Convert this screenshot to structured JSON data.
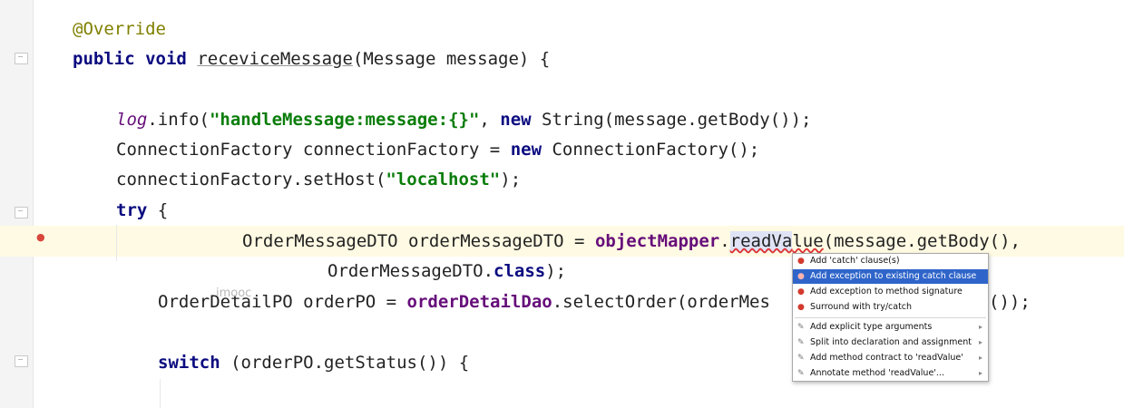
{
  "editor": {
    "lines": {
      "l1": {
        "ann": "@Override"
      },
      "l2": {
        "kw1": "public",
        "kw2": "void",
        "name": "receviceMessage",
        "rest": "(Message message) {"
      },
      "l3": {
        "log": "log",
        "p1": ".info(",
        "str": "\"handleMessage:message:{}\"",
        "p2": ", ",
        "kw": "new",
        "p3": " String(message.getBody());"
      },
      "l4": {
        "p1": "ConnectionFactory connectionFactory = ",
        "kw": "new",
        "p2": " ConnectionFactory();"
      },
      "l5": {
        "p1": "connectionFactory.setHost(",
        "str": "\"localhost\"",
        "p2": ");"
      },
      "l6": {
        "kw": "try",
        "p1": " {"
      },
      "l7": {
        "p1": "OrderMessageDTO orderMessageDTO = ",
        "fld": "objectMapper",
        "p2": ".",
        "m1": "readVa",
        "m2": "lue",
        "p3": "(message.getBody(),"
      },
      "l8": {
        "p1": "OrderMessageDTO.",
        "kw": "class",
        "p2": ");"
      },
      "l9": {
        "p1": "OrderDetailPO orderPO = ",
        "fld": "orderDetailDao",
        "p2": ".selectOrder(orderMes",
        "p3": "());"
      },
      "l10": {
        "kw": "switch",
        "p1": " (orderPO.getStatus()) {"
      }
    },
    "watermark": "imooc"
  },
  "popup": {
    "items": [
      {
        "label": "Add 'catch' clause(s)",
        "icon": "error-bulb-icon",
        "submenu": ""
      },
      {
        "label": "Add exception to existing catch clause",
        "icon": "error-bulb-icon",
        "submenu": ""
      },
      {
        "label": "Add exception to method signature",
        "icon": "error-bulb-icon",
        "submenu": ""
      },
      {
        "label": "Surround with try/catch",
        "icon": "error-bulb-icon",
        "submenu": ""
      },
      {
        "label": "Add explicit type arguments",
        "icon": "wrench-icon",
        "submenu": "▸"
      },
      {
        "label": "Split into declaration and assignment",
        "icon": "wrench-icon",
        "submenu": "▸"
      },
      {
        "label": "Add method contract to 'readValue'",
        "icon": "wrench-icon",
        "submenu": "▸"
      },
      {
        "label": "Annotate method 'readValue'...",
        "icon": "wrench-icon",
        "submenu": "▸"
      }
    ],
    "selected_index": 1
  },
  "colors": {
    "keyword": "#0b0b80",
    "annotation": "#808000",
    "string": "#0a7d0a",
    "field": "#660e7a",
    "selection": "#2f65ca",
    "error": "#d33a2e"
  }
}
